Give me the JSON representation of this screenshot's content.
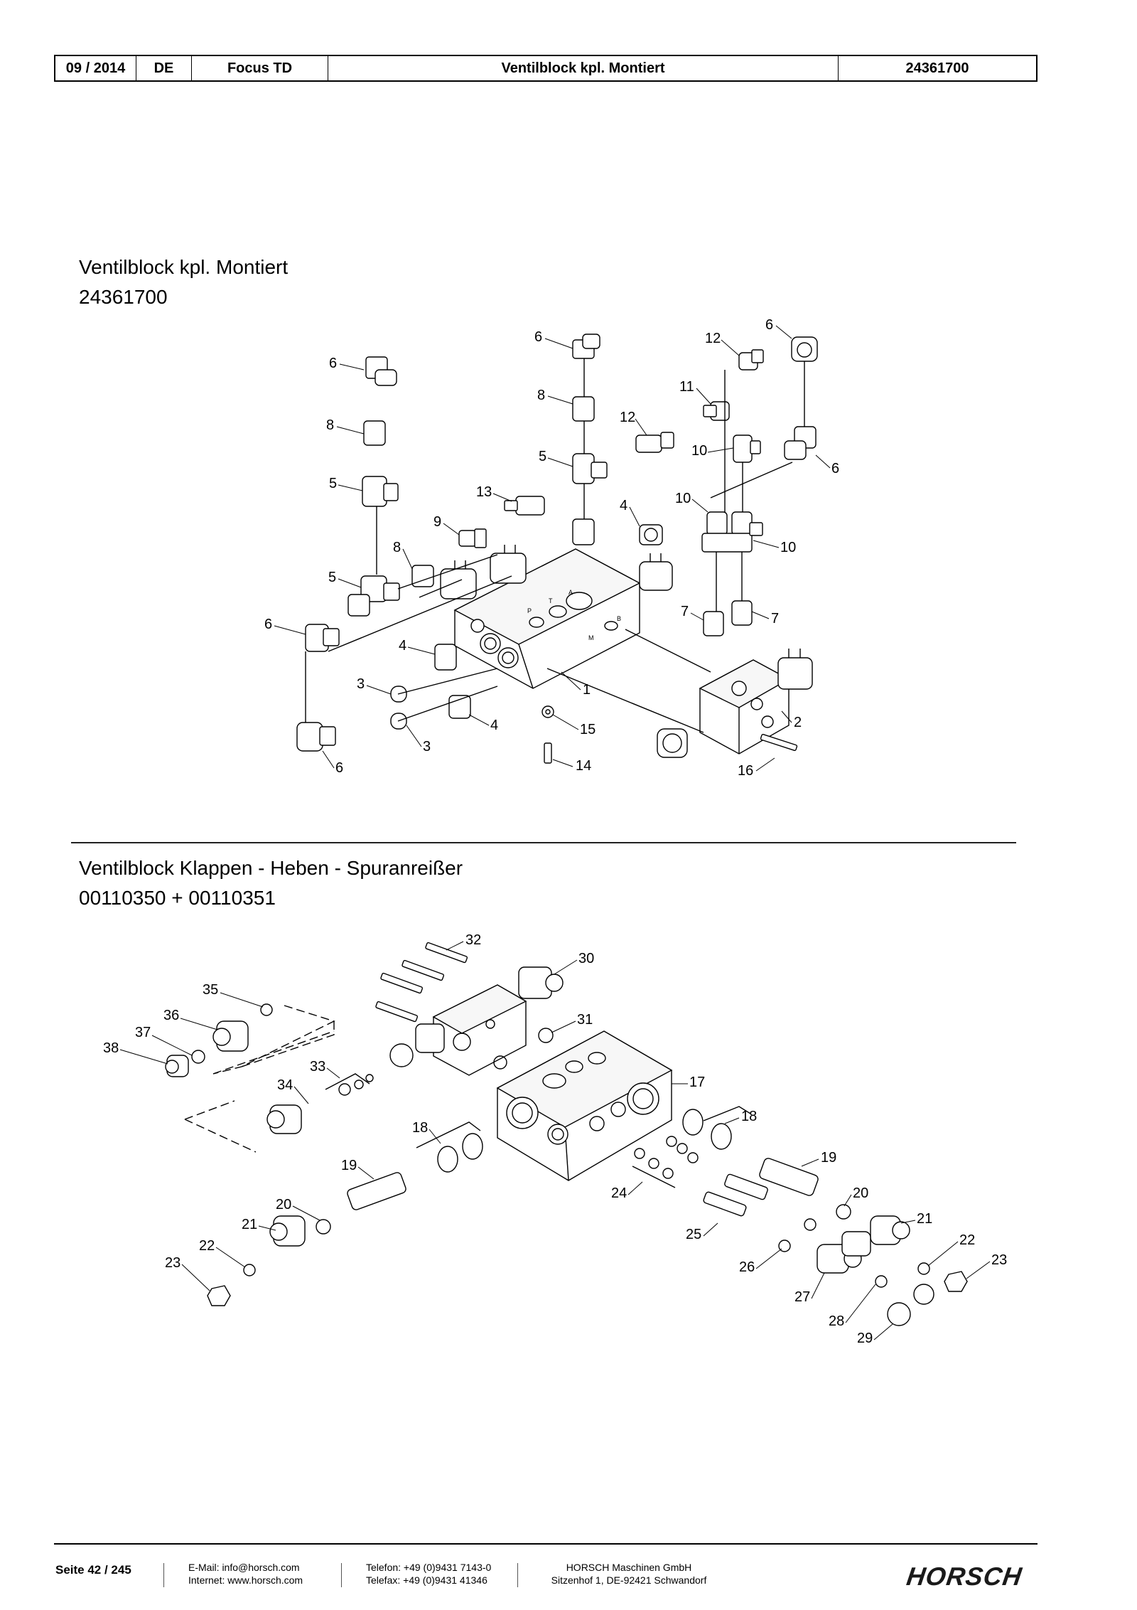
{
  "header": {
    "date": "09 / 2014",
    "lang": "DE",
    "model": "Focus TD",
    "title": "Ventilblock kpl. Montiert",
    "number": "24361700"
  },
  "section1": {
    "title": "Ventilblock kpl. Montiert",
    "number": "24361700"
  },
  "section2": {
    "title": "Ventilblock Klappen - Heben - Spuranreißer",
    "number": "00110350 + 00110351"
  },
  "diagram1_labels": [
    "6",
    "6",
    "12",
    "6",
    "8",
    "8",
    "11",
    "12",
    "10",
    "6",
    "5",
    "5",
    "13",
    "9",
    "4",
    "10",
    "8",
    "10",
    "5",
    "6",
    "7",
    "7",
    "4",
    "3",
    "1",
    "2",
    "15",
    "3",
    "4",
    "14",
    "6",
    "16"
  ],
  "diagram1_block_marks": [
    "P",
    "T",
    "A",
    "B",
    "M"
  ],
  "diagram2_labels": [
    "32",
    "30",
    "35",
    "36",
    "31",
    "37",
    "38",
    "33",
    "17",
    "34",
    "18",
    "18",
    "19",
    "19",
    "24",
    "20",
    "21",
    "20",
    "25",
    "21",
    "22",
    "26",
    "23",
    "22",
    "23",
    "27",
    "28",
    "29"
  ],
  "footer": {
    "page": "Seite 42 / 245",
    "email": "E-Mail: info@horsch.com",
    "internet": "Internet: www.horsch.com",
    "phone": "Telefon: +49 (0)9431 7143-0",
    "fax": "Telefax: +49 (0)9431 41346",
    "company": "HORSCH Maschinen GmbH",
    "address": "Sitzenhof 1, DE-92421 Schwandorf",
    "logo": "HORSCH"
  }
}
